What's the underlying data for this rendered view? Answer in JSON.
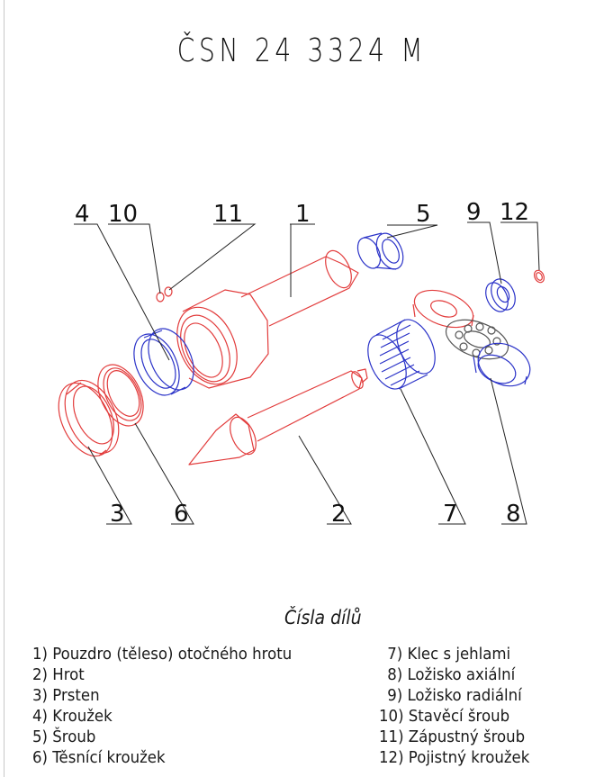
{
  "title": "ČSN 24 3324 M",
  "callouts": {
    "p1": "1",
    "p2": "2",
    "p3": "3",
    "p4": "4",
    "p5": "5",
    "p6": "6",
    "p7": "7",
    "p8": "8",
    "p9": "9",
    "p10": "10",
    "p11": "11",
    "p12": "12"
  },
  "legend": {
    "heading": "Čísla dílů",
    "items": [
      "1) Pouzdro (těleso) otočného hrotu",
      "2) Hrot",
      "3) Prsten",
      "4) Kroužek",
      "5) Šroub",
      "6) Těsnící kroužek",
      "7) Klec s jehlami",
      "8) Ložisko axiální",
      "9) Ložisko radiální",
      "10) Stavěcí šroub",
      "11) Zápustný šroub",
      "12) Pojistný kroužek"
    ]
  },
  "colors": {
    "red_parts": "#e23c3c",
    "blue_parts": "#2a32c8",
    "leader_lines": "#222222"
  }
}
